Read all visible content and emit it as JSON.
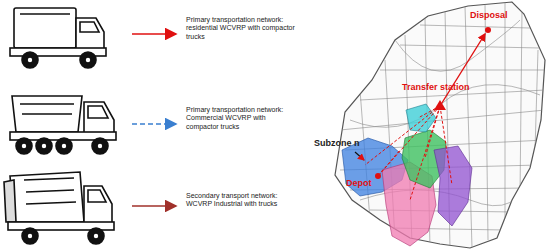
{
  "diagram": {
    "labels": [
      "Disposal",
      "Transfer station",
      "Subzone n",
      "Depot"
    ],
    "legend": [
      {
        "text": "Primary transportation network: residential WCVRP with compactor trucks"
      },
      {
        "text": "Primary transportation network: Commercial WCVRP with compactor trucks"
      },
      {
        "text": "Secondary transport network: WCVRP Industrial with trucks"
      }
    ]
  }
}
